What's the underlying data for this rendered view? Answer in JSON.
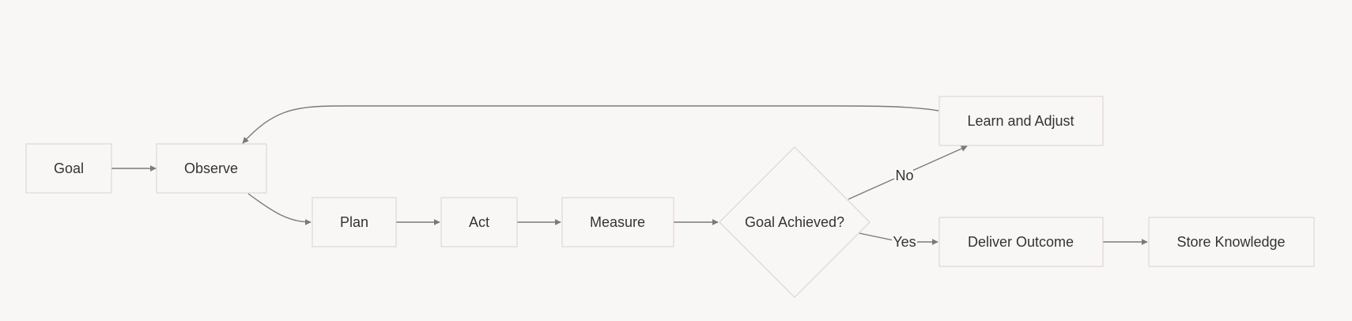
{
  "diagram": {
    "nodes": {
      "goal": "Goal",
      "observe": "Observe",
      "plan": "Plan",
      "act": "Act",
      "measure": "Measure",
      "decision": "Goal Achieved?",
      "learn": "Learn and Adjust",
      "deliver": "Deliver Outcome",
      "store": "Store Knowledge"
    },
    "edges": {
      "no": "No",
      "yes": "Yes"
    }
  },
  "colors": {
    "background": "#f9f7f6",
    "node_border": "#dccfcd",
    "edge": "#7a7a7a",
    "text": "#333333"
  }
}
